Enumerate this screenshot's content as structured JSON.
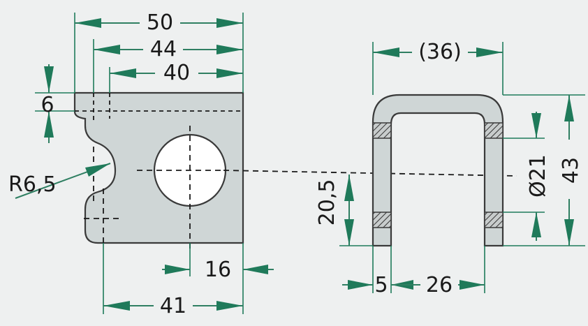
{
  "front_view": {
    "width_overall": "50",
    "width_inner": "44",
    "width_hole_line": "40",
    "top_thickness": "6",
    "notch_radius": "R6,5",
    "hole_offset": "16",
    "bottom_width": "41"
  },
  "side_view": {
    "outer_width": "(36)",
    "height": "43",
    "hole_diameter": "Ø21",
    "hole_height": "20,5",
    "wall_thickness": "5",
    "inner_width": "26"
  },
  "colors": {
    "dimension": "#1f7a5a",
    "part_fill": "#cfd6d6",
    "background": "#eef0f0"
  }
}
